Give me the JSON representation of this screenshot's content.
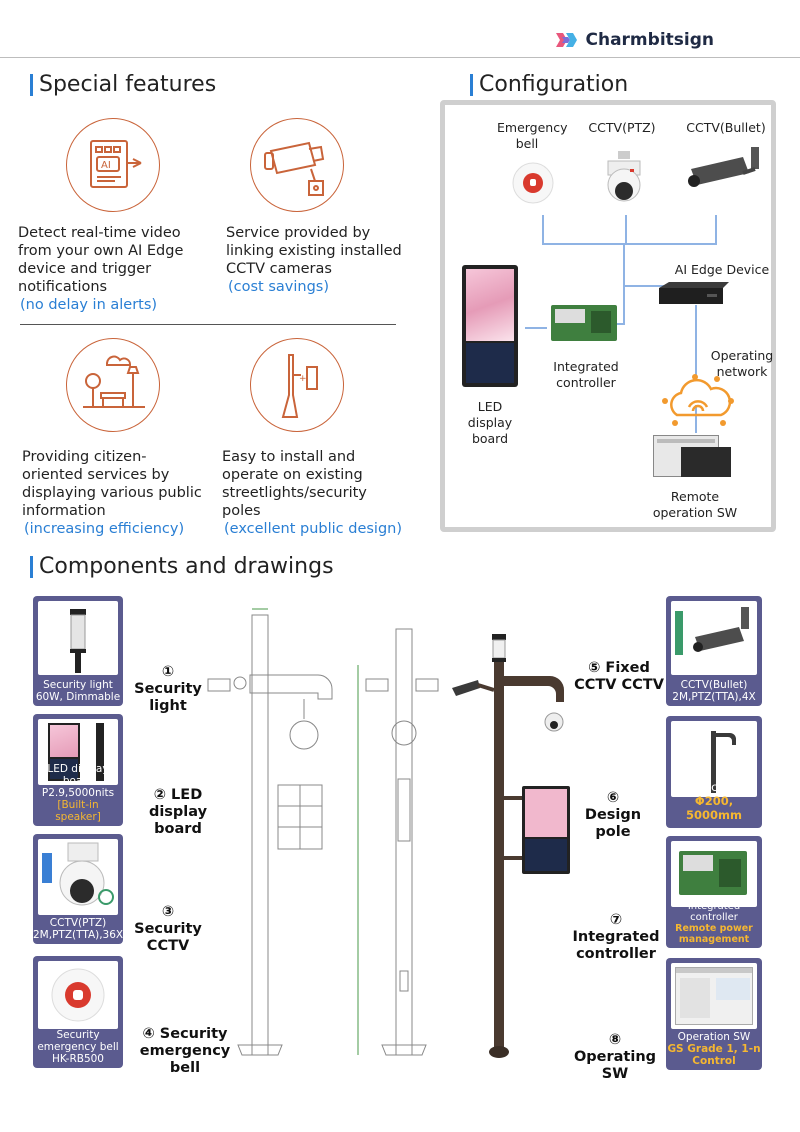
{
  "brand": {
    "name": "Charmbitsign"
  },
  "special_features": {
    "title": "Special features",
    "items": [
      {
        "icon": "ai-chip-icon",
        "text": "Detect real-time video from your own AI Edge device and trigger notifications",
        "highlight": "(no delay in alerts)"
      },
      {
        "icon": "cctv-camera-icon",
        "text": "Service provided by linking existing installed CCTV cameras",
        "highlight": "(cost savings)"
      },
      {
        "icon": "park-bench-icon",
        "text": "Providing citizen-oriented services by displaying various public information",
        "highlight": "(increasing efficiency)"
      },
      {
        "icon": "street-pole-icon",
        "text": "Easy to install and operate on existing streetlights/security poles",
        "highlight": "(excellent public design)"
      }
    ]
  },
  "configuration": {
    "title": "Configuration",
    "emergency_bell": "Emergency bell",
    "cctv_ptz": "CCTV(PTZ)",
    "cctv_bullet": "CCTV(Bullet)",
    "ai_edge_device": "AI Edge Device",
    "integrated_controller": "Integrated controller",
    "led_display_board": "LED display board",
    "operating_network": "Operating network",
    "remote_operation_sw": "Remote operation SW"
  },
  "components": {
    "title": "Components and drawings",
    "left_cards": [
      {
        "caption": "Security light 60W, Dimmable",
        "note": ""
      },
      {
        "caption": "LED display board P2.9,5000nits",
        "note": "[Built-in speaker]"
      },
      {
        "caption": "CCTV(PTZ) 2M,PTZ(TTA),36X",
        "note": ""
      },
      {
        "caption": "Security emergency bell HK-RB500",
        "note": ""
      }
    ],
    "left_labels": [
      "① Security light",
      "② LED display board",
      "③ Security CCTV",
      "④ Security emergency bell"
    ],
    "right_labels": [
      "⑤ Fixed CCTV CCTV",
      "⑥ Design pole",
      "⑦ Integrated controller",
      "⑧ Operating SW"
    ],
    "right_cards": [
      {
        "caption": "CCTV(Bullet) 2M,PTZ(TTA),4X",
        "note": ""
      },
      {
        "caption": "Structure",
        "note": "Φ200, 5000mm"
      },
      {
        "caption": "Integrated controller",
        "note": "Remote power management"
      },
      {
        "caption": "Operation SW",
        "note": "GS Grade 1, 1-n Control"
      }
    ]
  },
  "colors": {
    "accent": "#2a7fd4",
    "icon_orange": "#c9643a",
    "card": "#5b5b8f",
    "note_yellow": "#f5b731",
    "pole_brown": "#4a3a30"
  }
}
